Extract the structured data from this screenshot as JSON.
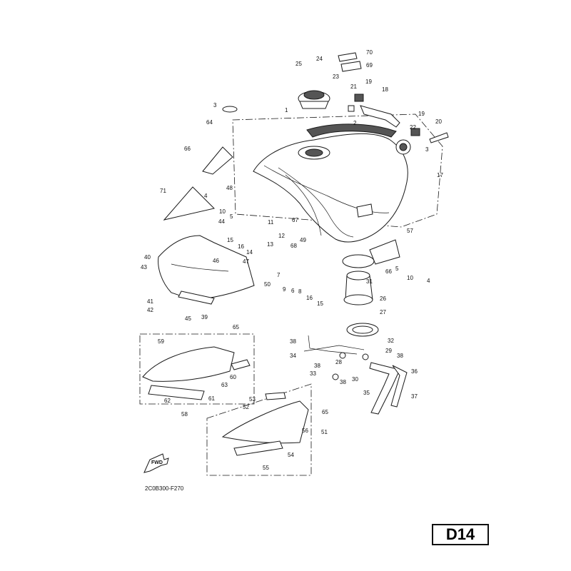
{
  "diagram": {
    "drawing_code": "2C0B300-F270",
    "page_id": "D14",
    "fwd_label": "FWD",
    "callouts": [
      {
        "n": "70"
      },
      {
        "n": "69"
      },
      {
        "n": "24"
      },
      {
        "n": "25"
      },
      {
        "n": "23"
      },
      {
        "n": "21"
      },
      {
        "n": "19"
      },
      {
        "n": "18"
      },
      {
        "n": "3"
      },
      {
        "n": "1"
      },
      {
        "n": "2"
      },
      {
        "n": "19"
      },
      {
        "n": "20"
      },
      {
        "n": "22"
      },
      {
        "n": "3"
      },
      {
        "n": "64"
      },
      {
        "n": "66"
      },
      {
        "n": "17"
      },
      {
        "n": "71"
      },
      {
        "n": "48"
      },
      {
        "n": "4"
      },
      {
        "n": "10"
      },
      {
        "n": "5"
      },
      {
        "n": "44"
      },
      {
        "n": "11"
      },
      {
        "n": "67"
      },
      {
        "n": "12"
      },
      {
        "n": "57"
      },
      {
        "n": "15"
      },
      {
        "n": "16"
      },
      {
        "n": "13"
      },
      {
        "n": "49"
      },
      {
        "n": "68"
      },
      {
        "n": "46"
      },
      {
        "n": "14"
      },
      {
        "n": "5"
      },
      {
        "n": "40"
      },
      {
        "n": "47"
      },
      {
        "n": "31"
      },
      {
        "n": "66"
      },
      {
        "n": "43"
      },
      {
        "n": "7"
      },
      {
        "n": "10"
      },
      {
        "n": "4"
      },
      {
        "n": "50"
      },
      {
        "n": "9"
      },
      {
        "n": "6"
      },
      {
        "n": "8"
      },
      {
        "n": "16"
      },
      {
        "n": "41"
      },
      {
        "n": "26"
      },
      {
        "n": "15"
      },
      {
        "n": "42"
      },
      {
        "n": "39"
      },
      {
        "n": "45"
      },
      {
        "n": "27"
      },
      {
        "n": "65"
      },
      {
        "n": "38"
      },
      {
        "n": "32"
      },
      {
        "n": "59"
      },
      {
        "n": "34"
      },
      {
        "n": "29"
      },
      {
        "n": "38"
      },
      {
        "n": "38"
      },
      {
        "n": "28"
      },
      {
        "n": "36"
      },
      {
        "n": "60"
      },
      {
        "n": "33"
      },
      {
        "n": "38"
      },
      {
        "n": "30"
      },
      {
        "n": "63"
      },
      {
        "n": "61"
      },
      {
        "n": "35"
      },
      {
        "n": "37"
      },
      {
        "n": "62"
      },
      {
        "n": "53"
      },
      {
        "n": "52"
      },
      {
        "n": "65"
      },
      {
        "n": "58"
      },
      {
        "n": "56"
      },
      {
        "n": "51"
      },
      {
        "n": "54"
      },
      {
        "n": "55"
      }
    ]
  }
}
